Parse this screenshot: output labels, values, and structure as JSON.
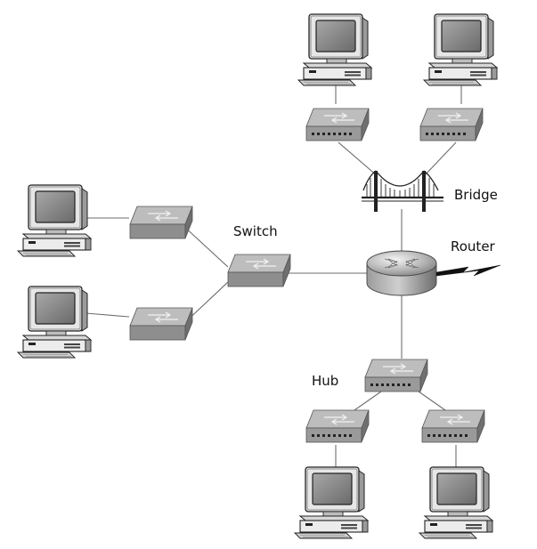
{
  "labels": {
    "bridge": "Bridge",
    "router": "Router",
    "switch": "Switch",
    "hub": "Hub"
  },
  "colors": {
    "line": "#6e6e6e",
    "device_top": "#bdbdbd",
    "device_front": "#8e8e8e",
    "device_side": "#6f6f6f",
    "monitor_case": "#e6e6e6",
    "screen": "#8a8a8a",
    "ink": "#222222"
  }
}
